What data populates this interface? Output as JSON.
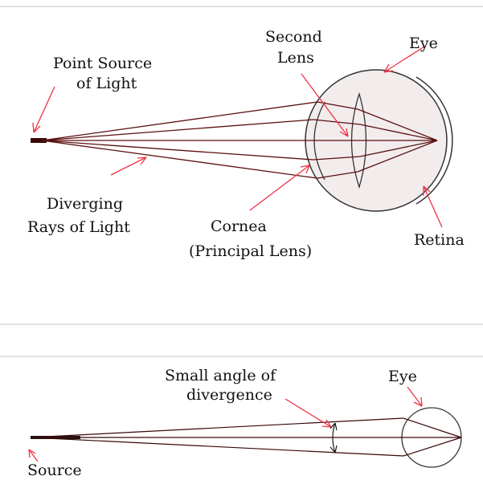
{
  "top_diagram": {
    "labels": {
      "point_source_line1": "Point Source",
      "point_source_line2": "of Light",
      "second_lens_line1": "Second",
      "second_lens_line2": "Lens",
      "eye": "Eye",
      "diverging_line1": "Diverging",
      "diverging_line2": "Rays of Light",
      "cornea_line1": "Cornea",
      "cornea_line2": "(Principal Lens)",
      "retina": "Retina"
    }
  },
  "bottom_diagram": {
    "labels": {
      "small_angle_line1": "Small angle of",
      "small_angle_line2": "divergence",
      "eye": "Eye",
      "source": "Source"
    }
  },
  "colors": {
    "ray": "#5a0f0f",
    "outline": "#222222",
    "pointer": "#ee3344",
    "divider": "#c8c8c8",
    "eye_tint": "#f3ecec"
  }
}
